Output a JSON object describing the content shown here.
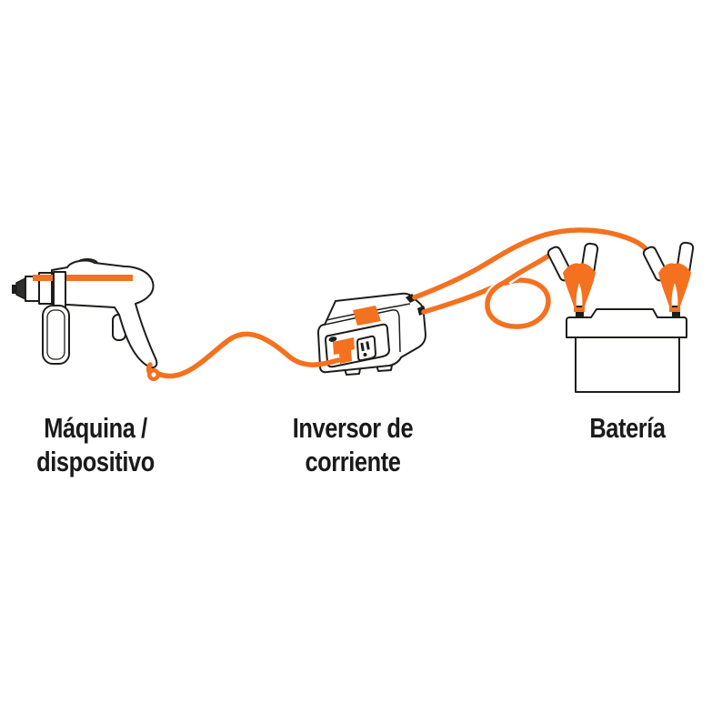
{
  "diagram": {
    "title": "",
    "background": "#ffffff",
    "colors": {
      "accent_orange": "#f4711f",
      "outline": "#1d1d1b",
      "text": "#1a1a1a"
    },
    "items": [
      {
        "id": "machine",
        "icon": "drill-icon",
        "label_line1": "Máquina /",
        "label_line2": "dispositivo"
      },
      {
        "id": "inverter",
        "icon": "power-inverter-icon",
        "label_line1": "Inversor de",
        "label_line2": "corriente"
      },
      {
        "id": "battery",
        "icon": "car-battery-icon",
        "label_line1": "Batería",
        "label_line2": ""
      }
    ],
    "connections": [
      {
        "from": "machine",
        "to": "inverter",
        "type": "power-cord",
        "color": "#f4711f"
      },
      {
        "from": "inverter",
        "to": "battery",
        "type": "clamp-cables",
        "color": "#f4711f"
      }
    ]
  }
}
